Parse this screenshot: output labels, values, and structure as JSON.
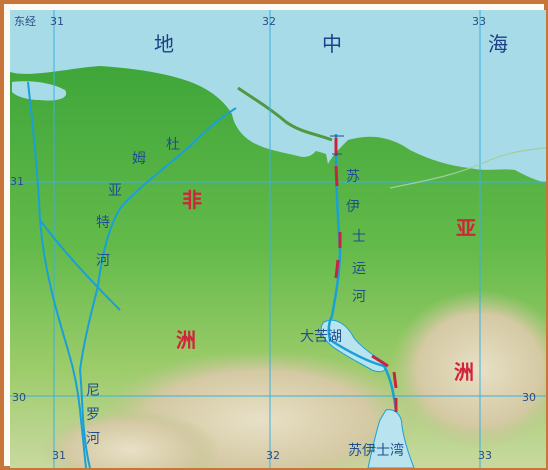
{
  "grid_labels": {
    "lon_31": "31",
    "lon_31_prefix": "东经",
    "lon_32": "32",
    "lon_33": "33",
    "lat_31": "31",
    "lat_30": "30",
    "lat_30_right": "30",
    "lon_31_bottom": "31",
    "lon_32_bottom": "32",
    "lon_33_bottom": "33"
  },
  "sea_label": [
    "地",
    "中",
    "海"
  ],
  "africa_label": [
    "非",
    "洲"
  ],
  "asia_label": [
    "亚",
    "洲"
  ],
  "damietta_label": [
    "杜",
    "姆",
    "亚",
    "特",
    "河"
  ],
  "canal_label": [
    "苏",
    "伊",
    "士",
    "运",
    "河"
  ],
  "nile_label": [
    "尼",
    "罗",
    "河"
  ],
  "great_bitter_lake": "大苦湖",
  "gulf_of_suez": "苏伊士湾",
  "colors": {
    "sea": "#a8dbe8",
    "land_green": "#5cb845",
    "desert": "#d9cfae",
    "river": "#1aa0d6",
    "canal_segment": "#c8243d",
    "grid": "#3ab0e0",
    "frame": "#c8753a"
  }
}
